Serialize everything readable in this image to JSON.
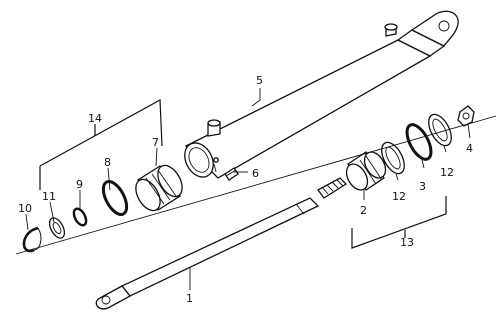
{
  "diagram": {
    "labels": {
      "p1": "1",
      "p2": "2",
      "p3": "3",
      "p4": "4",
      "p5": "5",
      "p6": "6",
      "p7": "7",
      "p8": "8",
      "p9": "9",
      "p10": "10",
      "p11": "11",
      "p12a": "12",
      "p12b": "12",
      "p13": "13",
      "p14": "14"
    }
  }
}
